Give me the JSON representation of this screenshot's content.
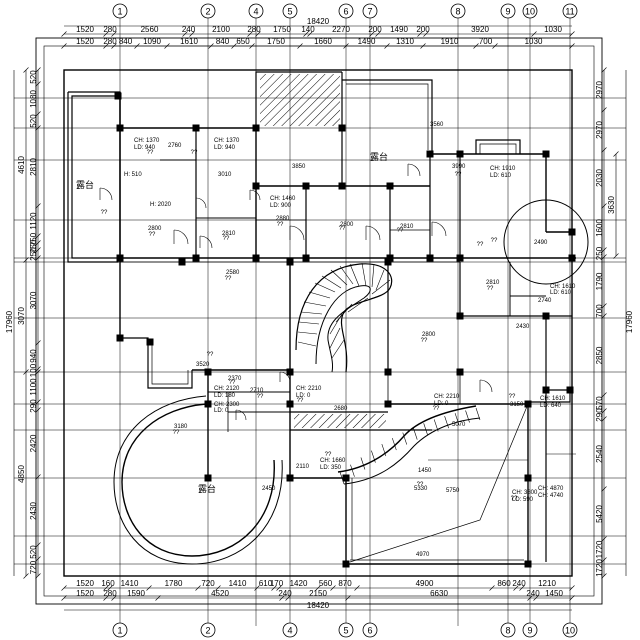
{
  "axes": {
    "top_labels": [
      "1",
      "2",
      "4",
      "5",
      "6",
      "7",
      "8",
      "9",
      "10",
      "11"
    ],
    "bottom_labels": [
      "1",
      "2",
      "4",
      "5",
      "6",
      "8",
      "9",
      "10"
    ]
  },
  "dims": {
    "top_total": "18420",
    "top_row1": [
      "1520",
      "280",
      "2560",
      "240",
      "2100",
      "280",
      "1750",
      "140",
      "2270",
      "200",
      "1490",
      "200",
      "3920",
      "1030"
    ],
    "top_row2": [
      "1520",
      "280",
      "840",
      "1090",
      "1610",
      "840",
      "650",
      "1750",
      "1660",
      "1490",
      "1310",
      "1910",
      "700",
      "1030"
    ],
    "bottom_row1": [
      "1520",
      "160",
      "1410",
      "1780",
      "720",
      "1410",
      "610",
      "170",
      "1420",
      "560",
      "870",
      "4900",
      "860",
      "240",
      "1210"
    ],
    "bottom_row2": [
      "1520",
      "280",
      "1590",
      "4520",
      "240",
      "2150",
      "6630",
      "240",
      "1450"
    ],
    "bottom_total": "18420",
    "left_total": "17960",
    "left_mid": [
      "4610",
      "3070",
      "4850"
    ],
    "left_segs": [
      "520",
      "1080",
      "520",
      "2810",
      "1120",
      "250",
      "250",
      "250",
      "3070",
      "940",
      "100",
      "1100",
      "290",
      "2420",
      "2430",
      "520",
      "720"
    ],
    "right_total": "17960",
    "right_mid": [
      "3630"
    ],
    "right_segs": [
      "2970",
      "2970",
      "2030",
      "1600",
      "250",
      "1790",
      "700",
      "2850",
      "570",
      "290",
      "2540",
      "5420",
      "1720",
      "1720"
    ]
  },
  "rooms": {
    "terrace_nw": "露台",
    "terrace_ne": "露台",
    "terrace_sw": "露台"
  },
  "notes": {
    "n1": "CH: 1370",
    "n2": "LD: 940",
    "n3": "2760",
    "n4": "CH: 1370",
    "n5": "LD: 940",
    "n6": "3010",
    "n7": "H: 510",
    "n8": "H: 2020",
    "n9": "2800",
    "n10": "2810",
    "n11": "2880",
    "n12": "3850",
    "n13": "3560",
    "n14": "3990",
    "n15": "CH: 1910",
    "n16": "LD: 610",
    "n17": "CH: 1460",
    "n18": "LD: 900",
    "n19": "2800",
    "n20": "2810",
    "n21": "2490",
    "n22": "2580",
    "n23": "2810",
    "n24": "CH: 1610",
    "n25": "LD: 610",
    "n26": "2740",
    "n27": "2800",
    "n28": "2430",
    "n29": "3520",
    "n30": "2370",
    "n31": "CH: 2120",
    "n32": "LD: 180",
    "n33": "2710",
    "n34": "CH: 2210",
    "n35": "LD: 0",
    "n36": "CH: 2300",
    "n37": "LD: 0",
    "n38": "CH: 2210",
    "n39": "LD: 0",
    "n40": "3150",
    "n41": "CH: 1610",
    "n42": "LD: 640",
    "n43": "3180",
    "n44": "2680",
    "n45": "5070",
    "n46": "CH: 1660",
    "n47": "LD: 350",
    "n48": "2110",
    "n49": "1450",
    "n50": "5330",
    "n51": "5750",
    "n52": "2450",
    "n53": "CH: 3800",
    "n54": "LD: 590",
    "n55": "CH: 4870",
    "n56": "CH: 4740",
    "n57": "4970",
    "q": "??"
  }
}
